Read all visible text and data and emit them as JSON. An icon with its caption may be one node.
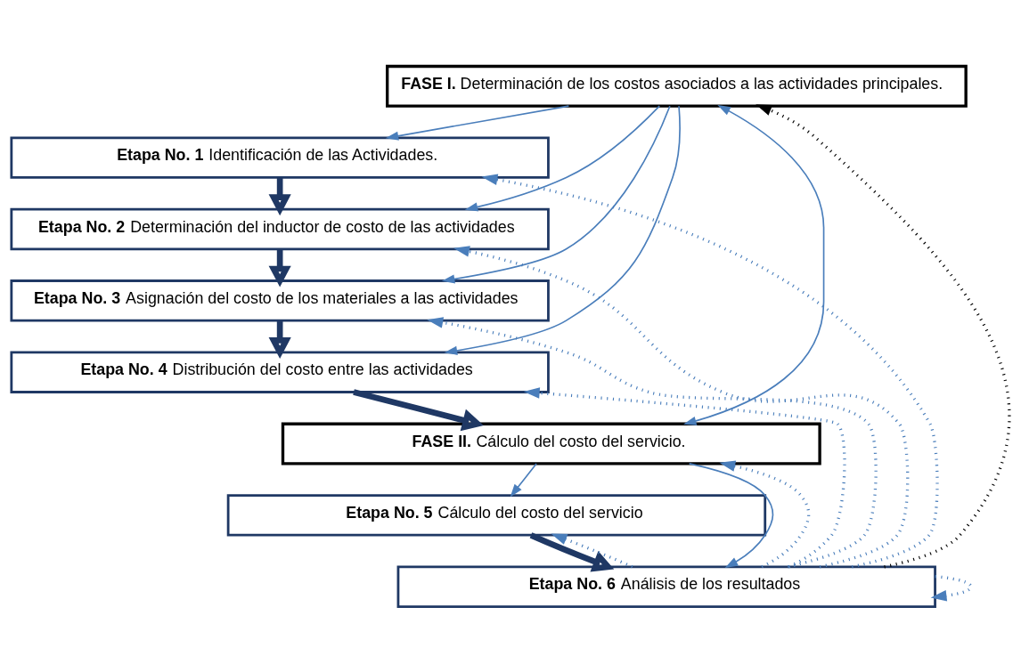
{
  "diagram": {
    "nodes": [
      {
        "text": [
          "**FASE I.** Determinación de los costos asociados a las actividades principales."
        ]
      },
      {
        "text": [
          "**Etapa No. 1** Identificación de las Actividades."
        ]
      },
      {
        "text": [
          "**Etapa No. 2** Determinación del inductor de costo de las actividades"
        ]
      },
      {
        "text": [
          "**Etapa No. 3** Asignación del costo de los materiales a las actividades"
        ]
      },
      {
        "text": [
          "**Etapa No. 4** Distribución del costo entre las actividades"
        ]
      },
      {
        "text": [
          "**FASE II.** Cálculo del costo del servicio."
        ]
      },
      {
        "text": [
          "**Etapa No. 5** Cálculo del costo del servicio"
        ]
      },
      {
        "text": [
          "**Etapa No. 6** Análisis de los resultados"
        ]
      }
    ],
    "edges": [
      {
        "from": 0,
        "to": 1,
        "arrow": "to"
      },
      {
        "from": 0,
        "to": 2,
        "arrow": "to"
      },
      {
        "from": 0,
        "to": 3,
        "arrow": "to"
      },
      {
        "from": 0,
        "to": 4,
        "arrow": "to"
      },
      {
        "from": 0,
        "to": 5,
        "arrow": "both"
      },
      {
        "from": 5,
        "to": 6,
        "arrow": "to"
      },
      {
        "from": 5,
        "to": 7,
        "arrow": "to"
      },
      {
        "from": 1,
        "to": 2,
        "arrow": "to",
        "style": "thick",
        "color": "#1f3864"
      },
      {
        "from": 2,
        "to": 3,
        "arrow": "to",
        "style": "thick",
        "color": "#1f3864"
      },
      {
        "from": 3,
        "to": 4,
        "arrow": "to",
        "style": "thick",
        "color": "#1f3864"
      },
      {
        "from": 4,
        "to": 5,
        "arrow": "to",
        "style": "thick",
        "color": "#1f3864"
      },
      {
        "from": 6,
        "to": 7,
        "arrow": "to",
        "style": "thick",
        "color": "#1f3864"
      },
      {
        "from": 7,
        "to": 0,
        "arrow": "to",
        "style": "dashed",
        "color": "#000000"
      },
      {
        "from": 7,
        "to": 1,
        "arrow": "to",
        "style": "dashed"
      },
      {
        "from": 7,
        "to": 2,
        "arrow": "to",
        "style": "dashed"
      },
      {
        "from": 7,
        "to": 3,
        "arrow": "to",
        "style": "dashed"
      },
      {
        "from": 7,
        "to": 4,
        "arrow": "to",
        "style": "dashed"
      },
      {
        "from": 7,
        "to": 5,
        "arrow": "to",
        "style": "dashed"
      },
      {
        "from": 7,
        "to": 6,
        "arrow": "to",
        "style": "dashed"
      },
      {
        "from": 7,
        "to": 7,
        "arrow": "to",
        "style": "dashed"
      }
    ]
  }
}
